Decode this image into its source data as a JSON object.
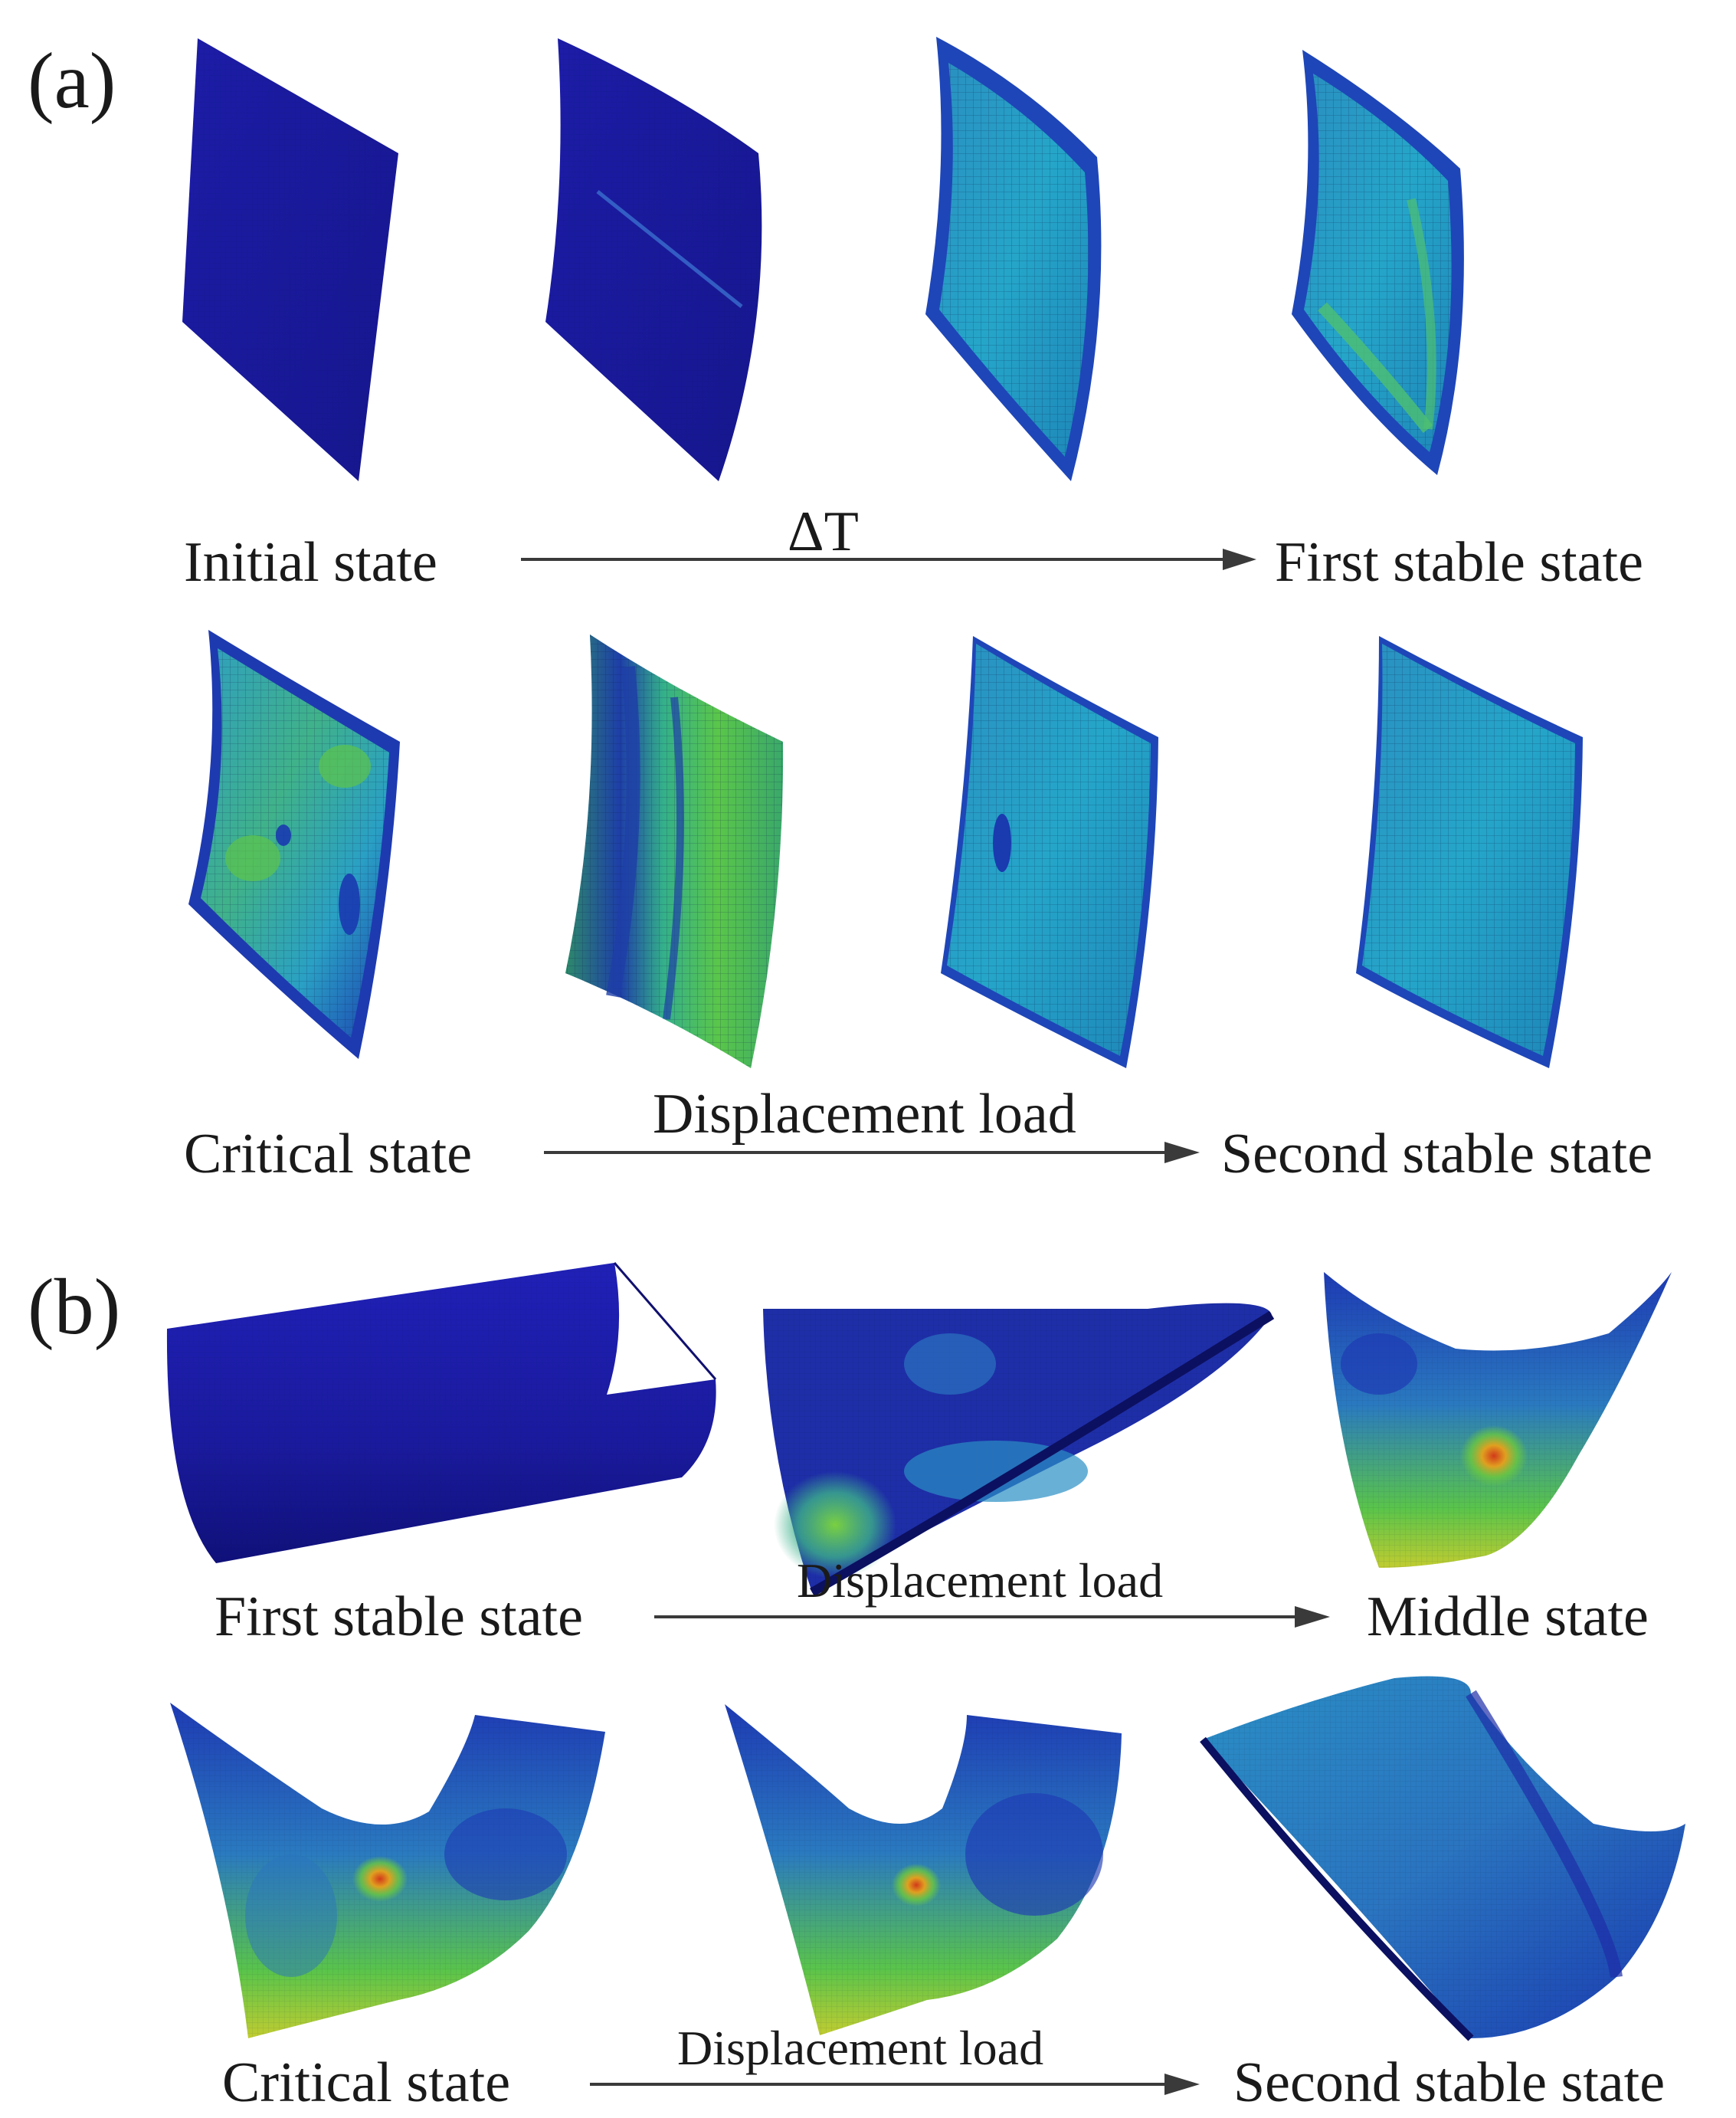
{
  "panel_a": {
    "label": "(a)",
    "row1": {
      "start": "Initial state",
      "load": "ΔT",
      "end": "First stable state"
    },
    "row2": {
      "start": "Critical state",
      "load": "Displacement load",
      "end": "Second stable state"
    }
  },
  "panel_b": {
    "label": "(b)",
    "row1": {
      "start": "First stable state",
      "load": "Displacement load",
      "end": "Middle state"
    },
    "row2": {
      "start": "Critical state",
      "load": "Displacement load",
      "end": "Second stable state"
    }
  },
  "colors": {
    "deep_blue": "#1a1a9e",
    "mid_blue": "#1f4fc4",
    "cyan": "#1fa3c8",
    "teal": "#2fb8a8",
    "green": "#4cc04a",
    "yellow": "#c8d23a",
    "orange": "#e0a020",
    "red": "#d23a1a"
  }
}
